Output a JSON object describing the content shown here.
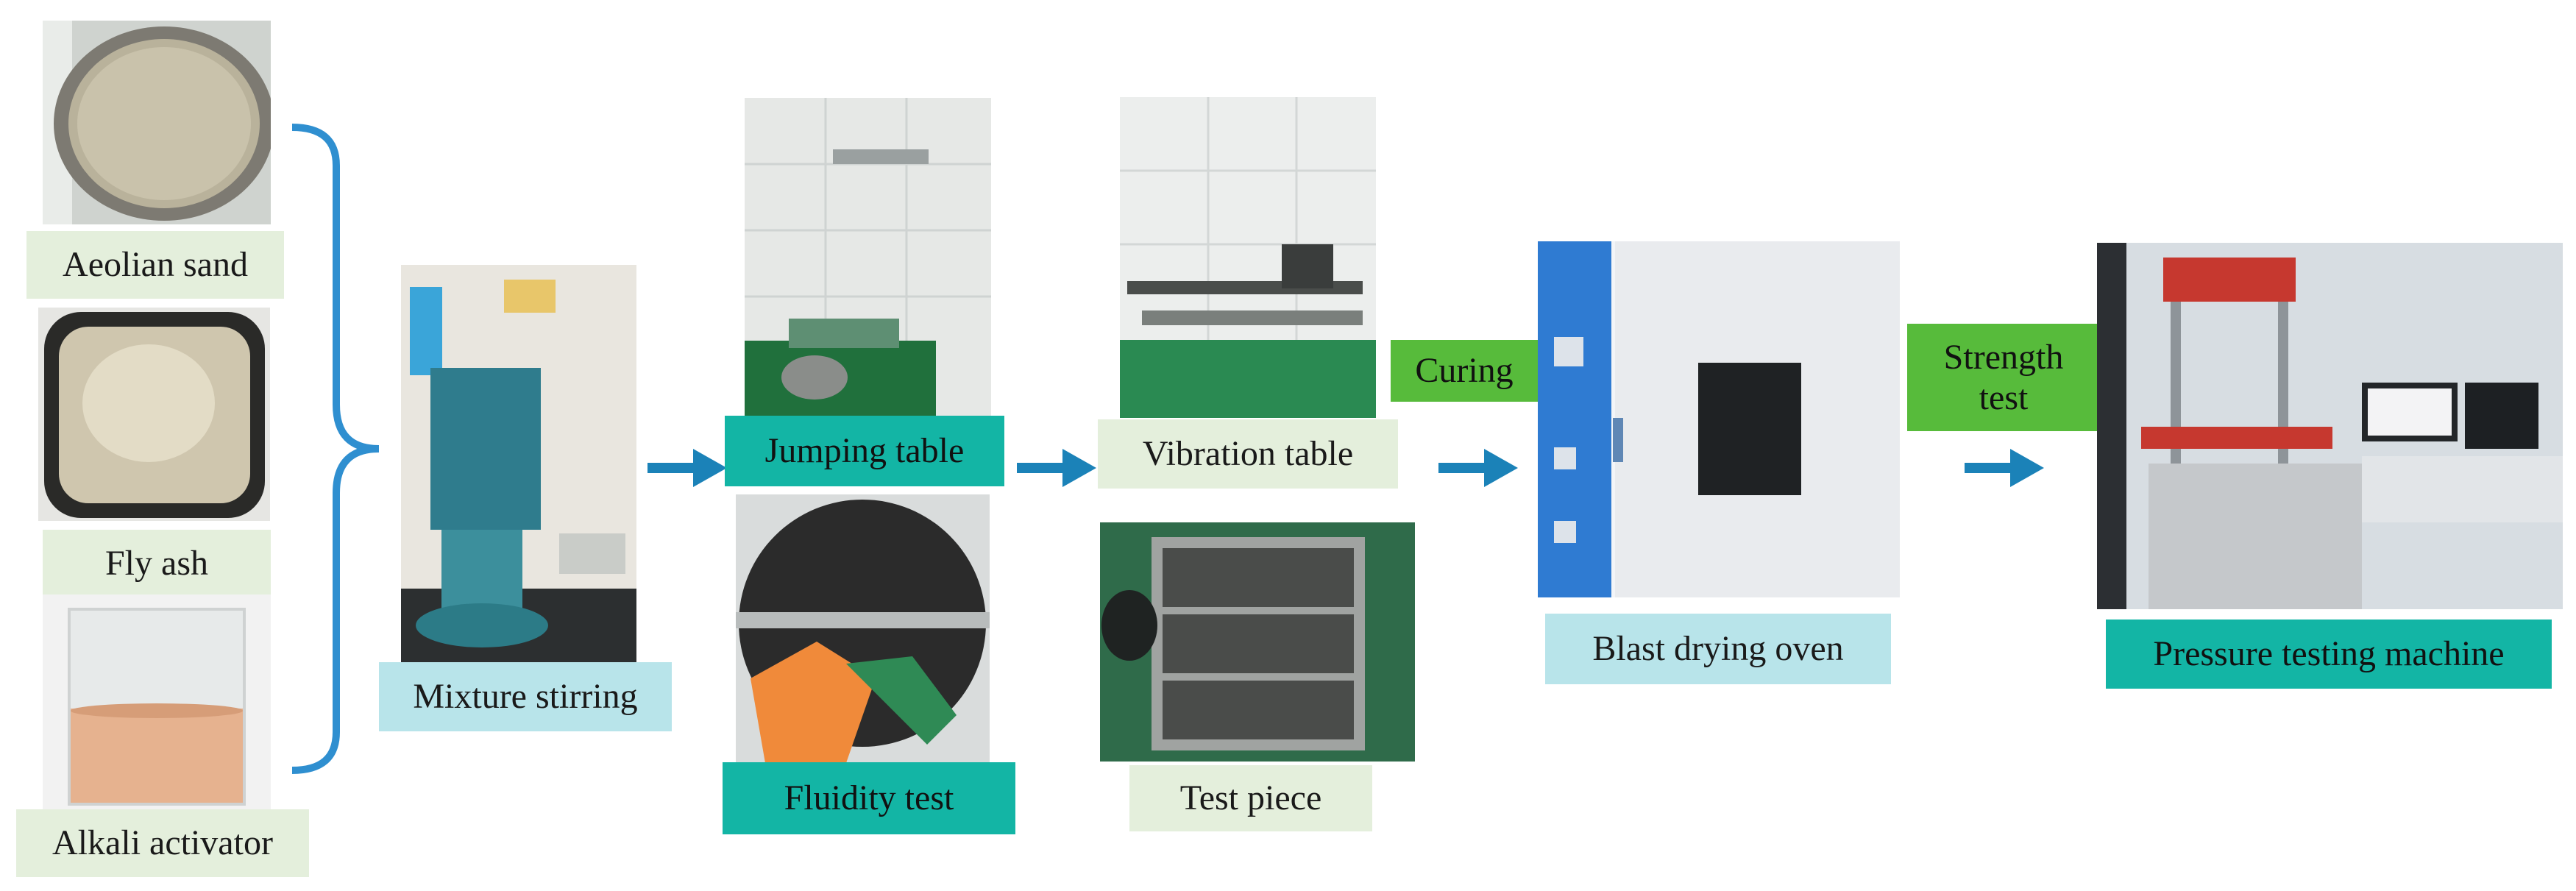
{
  "labels": {
    "aeolian_sand": "Aeolian sand",
    "fly_ash": "Fly ash",
    "alkali_activator": "Alkali activator",
    "mixture_stirring": "Mixture stirring",
    "jumping_table": "Jumping table",
    "fluidity_test": "Fluidity  test",
    "vibration_table": "Vibration table",
    "test_piece": "Test piece",
    "curing": "Curing",
    "blast_drying_oven": "Blast drying oven",
    "strength_test_line1": "Strength",
    "strength_test_line2": "test",
    "pressure_testing_machine": "Pressure testing machine"
  },
  "colors": {
    "arrow": "#1b82b8",
    "brace": "#2f8fd0",
    "label_light_green": "#e4efdc",
    "label_aqua": "#b8e4ea",
    "label_teal": "#13b5a5",
    "label_green": "#57bb3b"
  },
  "photos": [
    "aeolian-sand-photo",
    "fly-ash-photo",
    "alkali-activator-photo",
    "mixer-photo",
    "jumping-table-photo",
    "fluidity-test-photo",
    "vibration-table-photo",
    "test-piece-photo",
    "drying-oven-photo",
    "pressure-machine-photo"
  ]
}
